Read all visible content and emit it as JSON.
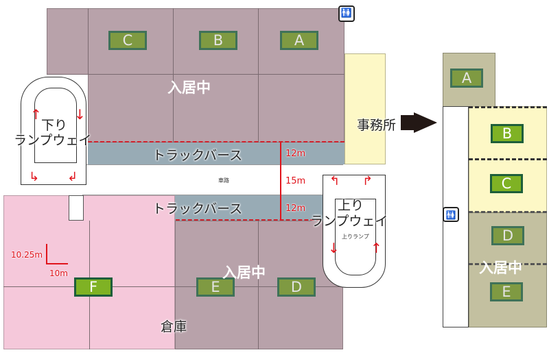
{
  "main_plan": {
    "units": {
      "A": "A",
      "B": "B",
      "C": "C",
      "D": "D",
      "E": "E",
      "F": "F"
    },
    "occupied_top": "入居中",
    "occupied_bottom": "入居中",
    "truck_berth_top": "トラックバース",
    "truck_berth_bottom": "トラックバース",
    "dim_top": "12m",
    "dim_road": "15m",
    "dim_bottom": "12m",
    "down_ramp": [
      "下り",
      "ランプウェイ"
    ],
    "up_ramp": [
      "上り",
      "ランプウェイ"
    ],
    "office": "事務所",
    "warehouse": "倉庫",
    "road_small": "車路",
    "up_ramp_small": "上りランプ",
    "grid_v": "10.25m",
    "grid_h": "10m"
  },
  "side_plan": {
    "units": {
      "A": "A",
      "B": "B",
      "C": "C",
      "D": "D",
      "E": "E"
    },
    "occupied": "入居中"
  },
  "colors": {
    "occupied": "#b8a2aa",
    "berth": "#98abb5",
    "vacant_f": "#f5c8da",
    "office": "#fdf8c6",
    "accent_red": "#e0141c",
    "label_green": "#7fb224"
  }
}
